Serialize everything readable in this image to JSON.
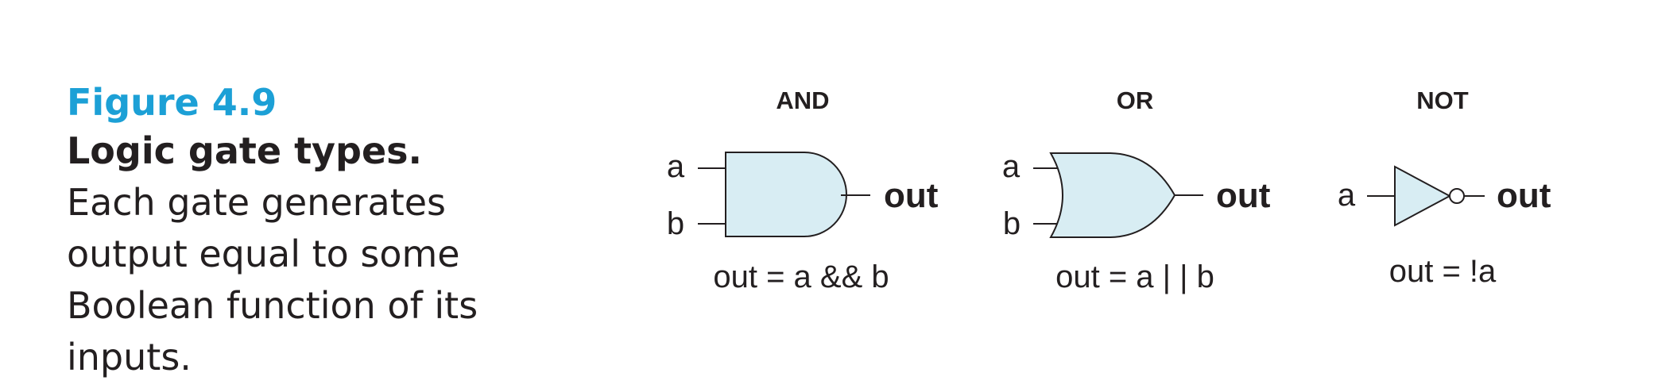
{
  "caption": {
    "figure_label": "Figure 4.9",
    "title": "Logic gate types.",
    "description": "Each gate generates output equal to some Boolean function of its inputs."
  },
  "gates": {
    "and": {
      "title": "AND",
      "input_a": "a",
      "input_b": "b",
      "output": "out",
      "equation": "out = a && b"
    },
    "or": {
      "title": "OR",
      "input_a": "a",
      "input_b": "b",
      "output": "out",
      "equation": "out = a | | b"
    },
    "not": {
      "title": "NOT",
      "input_a": "a",
      "output": "out",
      "equation": "out = !a"
    }
  },
  "colors": {
    "figure_label": "#1ca0d6",
    "gate_fill": "#d8edf3",
    "ink": "#231f20"
  }
}
